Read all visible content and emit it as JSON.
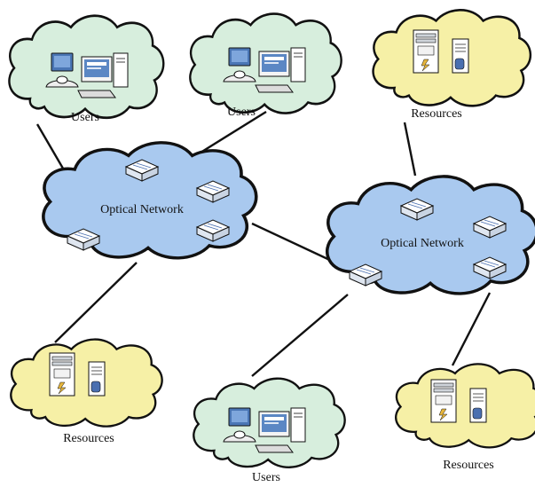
{
  "labels": {
    "users": "Users",
    "resources": "Resources",
    "optical_network": "Optical Network"
  },
  "colors": {
    "user_cloud": "#d7eedd",
    "resource_cloud": "#f6f0a6",
    "optical_cloud": "#a9c9ef",
    "outline": "#111111",
    "link": "#111111"
  },
  "icons": {
    "user_node": "desktop-computer-icon",
    "resource_node": "server-icon",
    "network_node": "optical-switch-icon"
  }
}
